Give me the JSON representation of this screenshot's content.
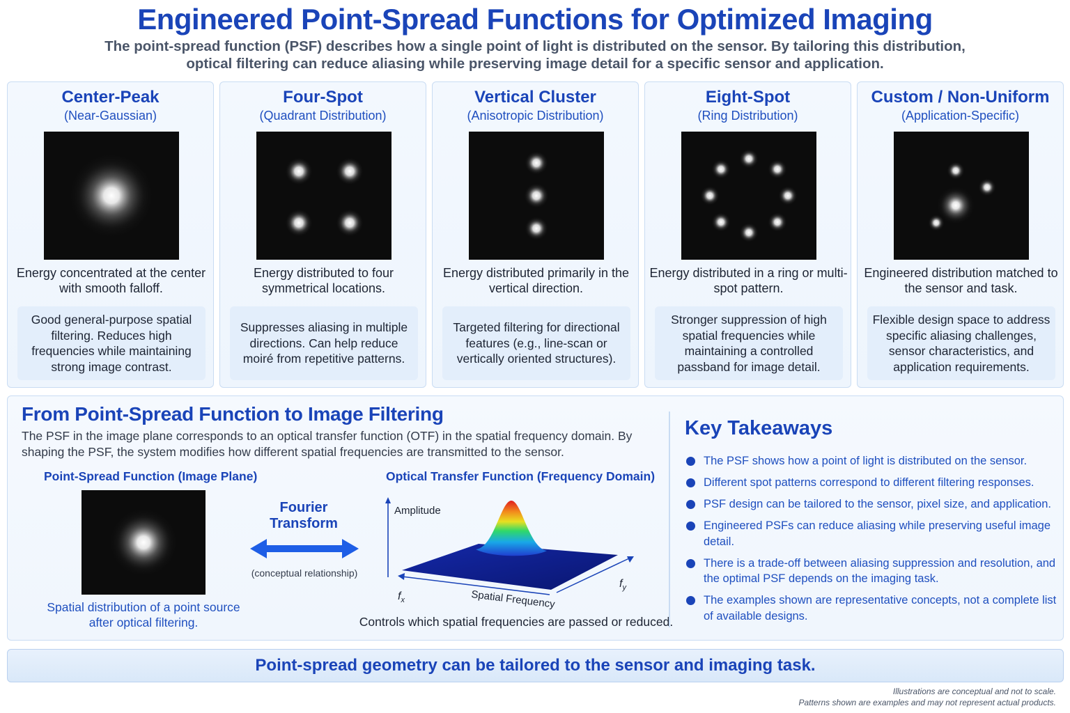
{
  "header": {
    "title": "Engineered Point-Spread Functions for Optimized Imaging",
    "subtitle": "The point-spread function (PSF) describes how a single point of light is distributed on the sensor. By tailoring this distribution, optical filtering can reduce aliasing while preserving image detail for a specific sensor and application."
  },
  "cards": [
    {
      "title": "Center-Peak",
      "subtitle": "(Near-Gaussian)",
      "description": "Energy concentrated at the center with smooth falloff.",
      "benefit": "Good general-purpose spatial filtering. Reduces high frequencies while maintaining strong image contrast."
    },
    {
      "title": "Four-Spot",
      "subtitle": "(Quadrant Distribution)",
      "description": "Energy distributed to four symmetrical locations.",
      "benefit": "Suppresses aliasing in multiple directions. Can help reduce moiré from repetitive patterns."
    },
    {
      "title": "Vertical Cluster",
      "subtitle": "(Anisotropic Distribution)",
      "description": "Energy distributed primarily in the vertical direction.",
      "benefit": "Targeted filtering for directional features (e.g., line-scan or vertically oriented structures)."
    },
    {
      "title": "Eight-Spot",
      "subtitle": "(Ring Distribution)",
      "description": "Energy distributed in a ring or multi-spot pattern.",
      "benefit": "Stronger suppression of high spatial frequencies while maintaining a controlled passband for image detail."
    },
    {
      "title": "Custom / Non-Uniform",
      "subtitle": "(Application-Specific)",
      "description": "Engineered distribution matched to the sensor and task.",
      "benefit": "Flexible design space to address specific aliasing challenges, sensor characteristics, and application requirements."
    }
  ],
  "filtering": {
    "title": "From Point-Spread Function to Image Filtering",
    "description": "The PSF in the image plane corresponds to an optical transfer function (OTF) in the spatial frequency domain. By shaping the PSF, the system modifies how different spatial frequencies are transmitted to the sensor.",
    "psf_label": "Point-Spread Function (Image Plane)",
    "psf_caption": "Spatial distribution of a point source after optical filtering.",
    "transform_label": "Fourier Transform",
    "transform_note": "(conceptual relationship)",
    "otf_label": "Optical Transfer Function (Frequency Domain)",
    "otf_axis_amplitude": "Amplitude",
    "otf_axis_fx": "f",
    "otf_axis_fx_sub": "x",
    "otf_axis_fy": "f",
    "otf_axis_fy_sub": "y",
    "otf_axis_freq": "Spatial Frequency",
    "otf_caption": "Controls which spatial frequencies are passed or reduced."
  },
  "takeaways": {
    "title": "Key Takeaways",
    "items": [
      "The PSF shows how a point of light is distributed on the sensor.",
      "Different spot patterns correspond to different filtering responses.",
      "PSF design can be tailored to the sensor, pixel size, and application.",
      "Engineered PSFs can reduce aliasing while preserving useful image detail.",
      "There is a trade-off between aliasing suppression and resolution, and the optimal PSF depends on the imaging task.",
      "The examples shown are representative concepts, not a complete list of available designs."
    ]
  },
  "banner": "Point-spread geometry can be tailored to the sensor and imaging task.",
  "footnote": {
    "line1": "Illustrations are conceptual and not to scale.",
    "line2": "Patterns shown are examples and may not represent actual products."
  },
  "colors": {
    "accent": "#1a44b8",
    "card_bg": "#f3f8fe",
    "card_border": "#c9dcf3",
    "psf_bg": "#0c0c0c"
  }
}
